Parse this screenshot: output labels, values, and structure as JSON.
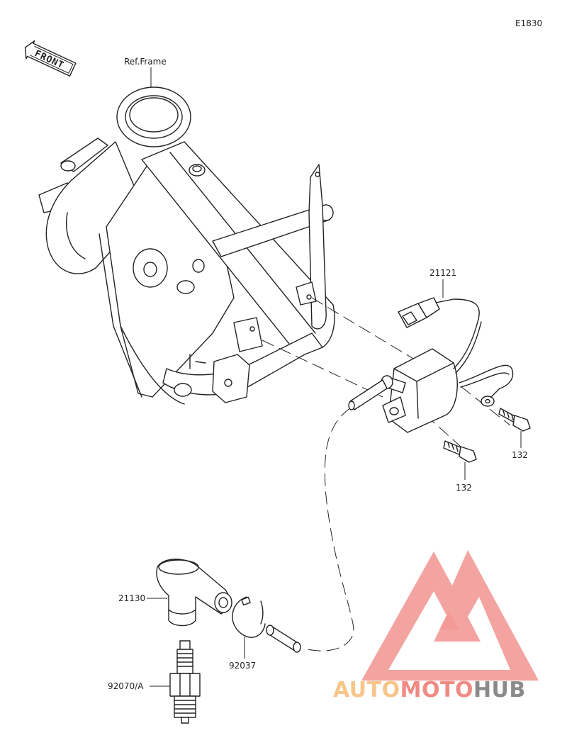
{
  "diagram_code": "E1830",
  "front_label": "FRONT",
  "labels": {
    "ref_frame": "Ref.Frame",
    "coil_21121": "21121",
    "bolt_132_a": "132",
    "bolt_132_b": "132",
    "cap_21130": "21130",
    "clip_92037": "92037",
    "plug_92070": "92070/A"
  },
  "watermark": {
    "part1": "AUTO",
    "part2": "MOTO",
    "part3": "HUB",
    "color1": "#f7c58a",
    "color2": "#f08a84",
    "color3": "#8a8a8a",
    "logo_color": "#f39a96"
  }
}
